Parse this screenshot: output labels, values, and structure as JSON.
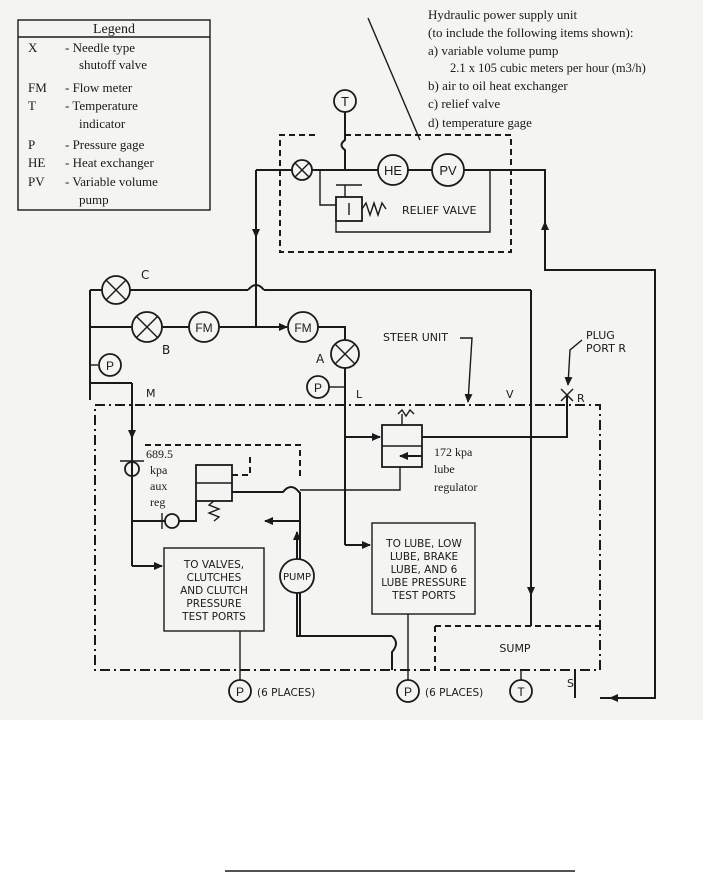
{
  "legend": {
    "title": "Legend",
    "items": [
      {
        "code": "X",
        "desc1": "- Needle type",
        "desc2": "shutoff valve"
      },
      {
        "code": "FM",
        "desc1": "- Flow meter",
        "desc2": ""
      },
      {
        "code": "T",
        "desc1": "- Temperature",
        "desc2": "indicator"
      },
      {
        "code": "P",
        "desc1": "- Pressure gage",
        "desc2": ""
      },
      {
        "code": "HE",
        "desc1": "- Heat exchanger",
        "desc2": ""
      },
      {
        "code": "PV",
        "desc1": "- Variable volume",
        "desc2": "pump"
      }
    ]
  },
  "hpu_note": {
    "lines": [
      "Hydraulic power supply unit",
      "(to include the following items shown):",
      "a)  variable volume pump",
      "2.1 x 105 cubic meters per hour (m3/h)",
      "b)  air to oil heat exchanger",
      "c)  relief valve",
      "d)  temperature gage"
    ]
  },
  "symbols": {
    "T": "T",
    "P": "P",
    "HE": "HE",
    "PV": "PV",
    "FM": "FM",
    "PUMP": "PUMP"
  },
  "labels": {
    "relief_valve": "RELIEF VALVE",
    "C": "C",
    "B": "B",
    "A": "A",
    "M": "M",
    "L": "L",
    "V": "V",
    "R": "R",
    "S": "S",
    "steer_unit": "STEER UNIT",
    "plug_port": [
      "PLUG",
      "PORT R"
    ],
    "aux_reg": [
      "689.5",
      "kpa",
      "aux",
      "reg"
    ],
    "lube_reg": [
      "172 kpa",
      "lube",
      "regulator"
    ],
    "box_valves": [
      "TO VALVES,",
      "CLUTCHES",
      "AND CLUTCH",
      "PRESSURE",
      "TEST PORTS"
    ],
    "box_lube": [
      "TO LUBE, LOW",
      "LUBE, BRAKE",
      "LUBE, AND 6",
      "LUBE PRESSURE",
      "TEST PORTS"
    ],
    "sump": "SUMP",
    "places_1": "(6 PLACES)",
    "places_2": "(6 PLACES)"
  }
}
